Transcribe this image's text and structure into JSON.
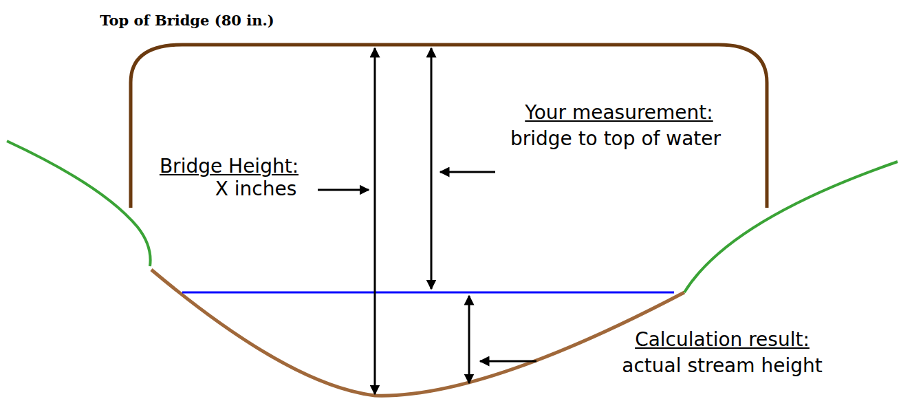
{
  "diagram": {
    "labels": [
      "Top of Bridge (80 in.)",
      "Bridge Height:",
      "X inches",
      "Your measurement:",
      "bridge to top of water",
      "Calculation result:",
      "actual stream height"
    ]
  }
}
